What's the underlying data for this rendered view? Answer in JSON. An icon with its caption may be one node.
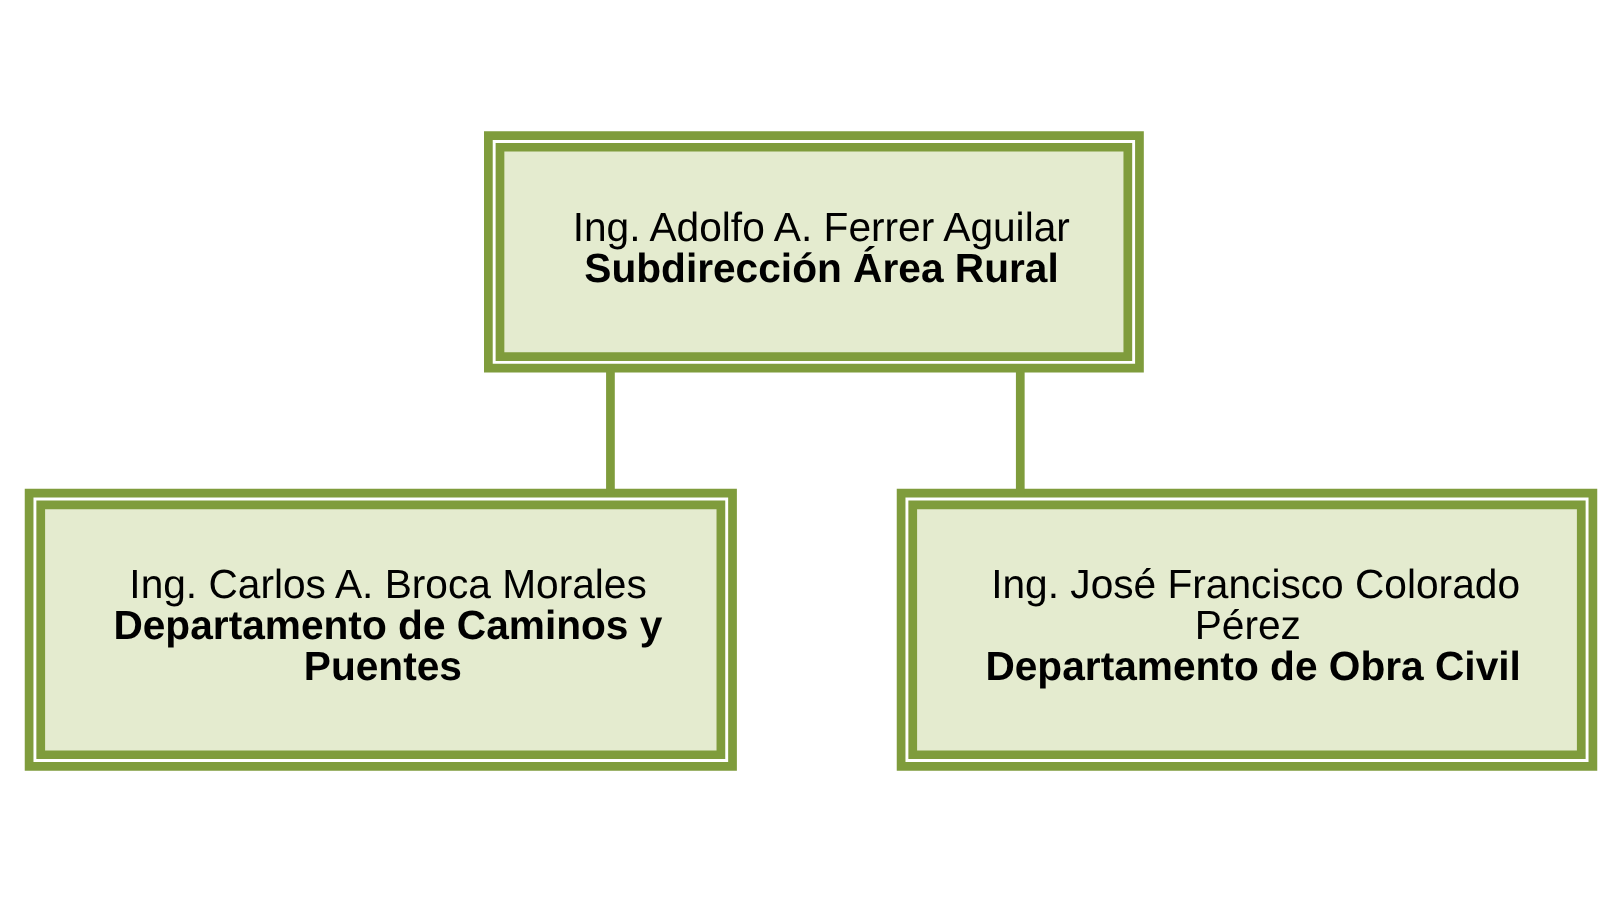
{
  "diagram": {
    "nodes": [
      {
        "text": [
          "Ing. Adolfo A. Ferrer Aguilar",
          "Subdirección Área Rural"
        ]
      },
      {
        "text": [
          "Ing. Carlos A. Broca Morales",
          "Departamento de Caminos y Puentes"
        ]
      },
      {
        "text": [
          "Ing. José Francisco Colorado Pérez",
          "Departamento de Obra Civil"
        ]
      }
    ],
    "edges": [
      {
        "from": 0,
        "to": 1,
        "arrow": "none"
      },
      {
        "from": 0,
        "to": 2,
        "arrow": "none"
      }
    ]
  }
}
